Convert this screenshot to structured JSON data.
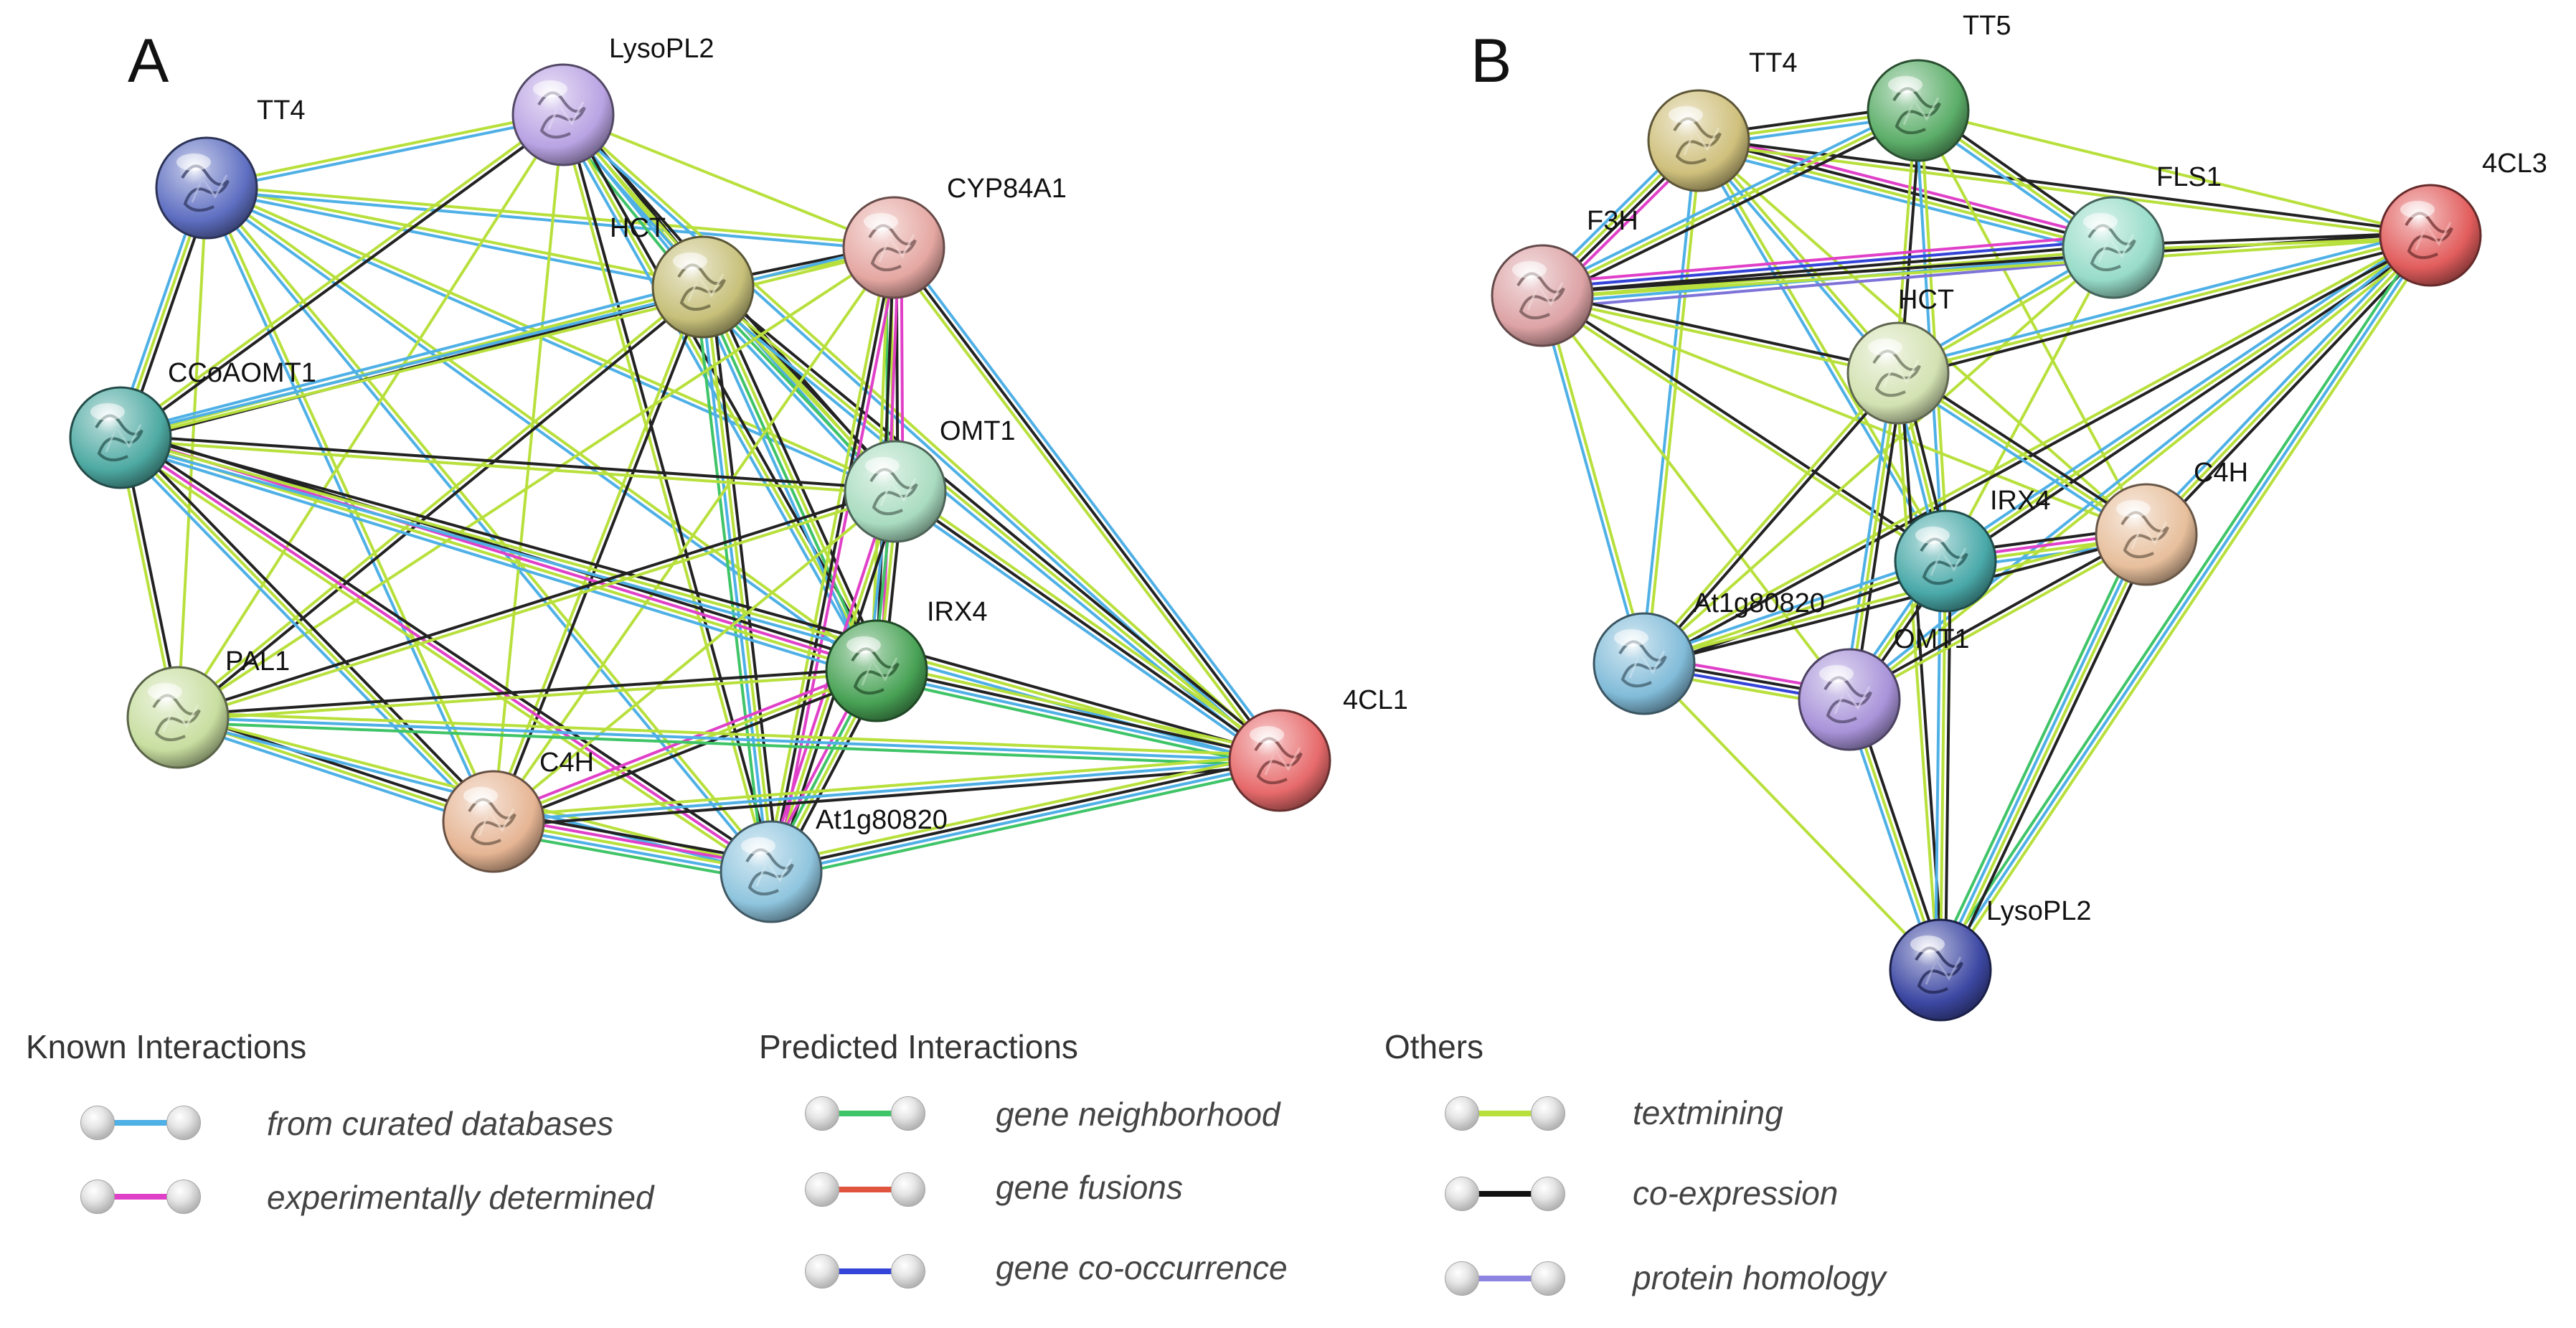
{
  "panels": [
    {
      "letter": "A",
      "nodes": [
        {
          "id": "TT4",
          "label": "TT4",
          "color": "#5f6fc2"
        },
        {
          "id": "LysoPL2",
          "label": "LysoPL2",
          "color": "#b9a3e3"
        },
        {
          "id": "CYP84A1",
          "label": "CYP84A1",
          "color": "#e5a7a2"
        },
        {
          "id": "HCT",
          "label": "HCT",
          "color": "#c7c07a"
        },
        {
          "id": "CCoAOMT1",
          "label": "CCoAOMT1",
          "color": "#4eaaa3"
        },
        {
          "id": "OMT1",
          "label": "OMT1",
          "color": "#a9dcc0"
        },
        {
          "id": "PAL1",
          "label": "PAL1",
          "color": "#c8dea0"
        },
        {
          "id": "IRX4",
          "label": "IRX4",
          "color": "#48a255"
        },
        {
          "id": "4CL1",
          "label": "4CL1",
          "color": "#e76a6b"
        },
        {
          "id": "C4H",
          "label": "C4H",
          "color": "#e6b594"
        },
        {
          "id": "At1g80820",
          "label": "At1g80820",
          "color": "#8fc5de"
        }
      ]
    },
    {
      "letter": "B",
      "nodes": [
        {
          "id": "TT4",
          "label": "TT4",
          "color": "#cfc07c"
        },
        {
          "id": "TT5",
          "label": "TT5",
          "color": "#5cae69"
        },
        {
          "id": "F3H",
          "label": "F3H",
          "color": "#dda3a5"
        },
        {
          "id": "FLS1",
          "label": "FLS1",
          "color": "#97dcc8"
        },
        {
          "id": "4CL3",
          "label": "4CL3",
          "color": "#e25d5d"
        },
        {
          "id": "HCT",
          "label": "HCT",
          "color": "#d3e2b2"
        },
        {
          "id": "C4H",
          "label": "C4H",
          "color": "#e7bf9c"
        },
        {
          "id": "IRX4",
          "label": "IRX4",
          "color": "#4aa9a9"
        },
        {
          "id": "At1g80820",
          "label": "At1g80820",
          "color": "#82bcd9"
        },
        {
          "id": "OMT1",
          "label": "OMT1",
          "color": "#a893d9"
        },
        {
          "id": "LysoPL2",
          "label": "LysoPL2",
          "color": "#3d48a3"
        }
      ]
    }
  ],
  "legend": {
    "groups": [
      {
        "heading": "Known Interactions",
        "items": [
          {
            "label": "from curated databases",
            "color": "#4fb0e6"
          },
          {
            "label": "experimentally determined",
            "color": "#e040c8"
          }
        ]
      },
      {
        "heading": "Predicted Interactions",
        "items": [
          {
            "label": "gene neighborhood",
            "color": "#3fc468"
          },
          {
            "label": "gene fusions",
            "color": "#e0533c"
          },
          {
            "label": "gene co-occurrence",
            "color": "#3444d8"
          }
        ]
      },
      {
        "heading": "Others",
        "items": [
          {
            "label": "textmining",
            "color": "#b8e03c"
          },
          {
            "label": "co-expression",
            "color": "#111111"
          },
          {
            "label": "protein homology",
            "color": "#8c84e0"
          }
        ]
      }
    ]
  }
}
